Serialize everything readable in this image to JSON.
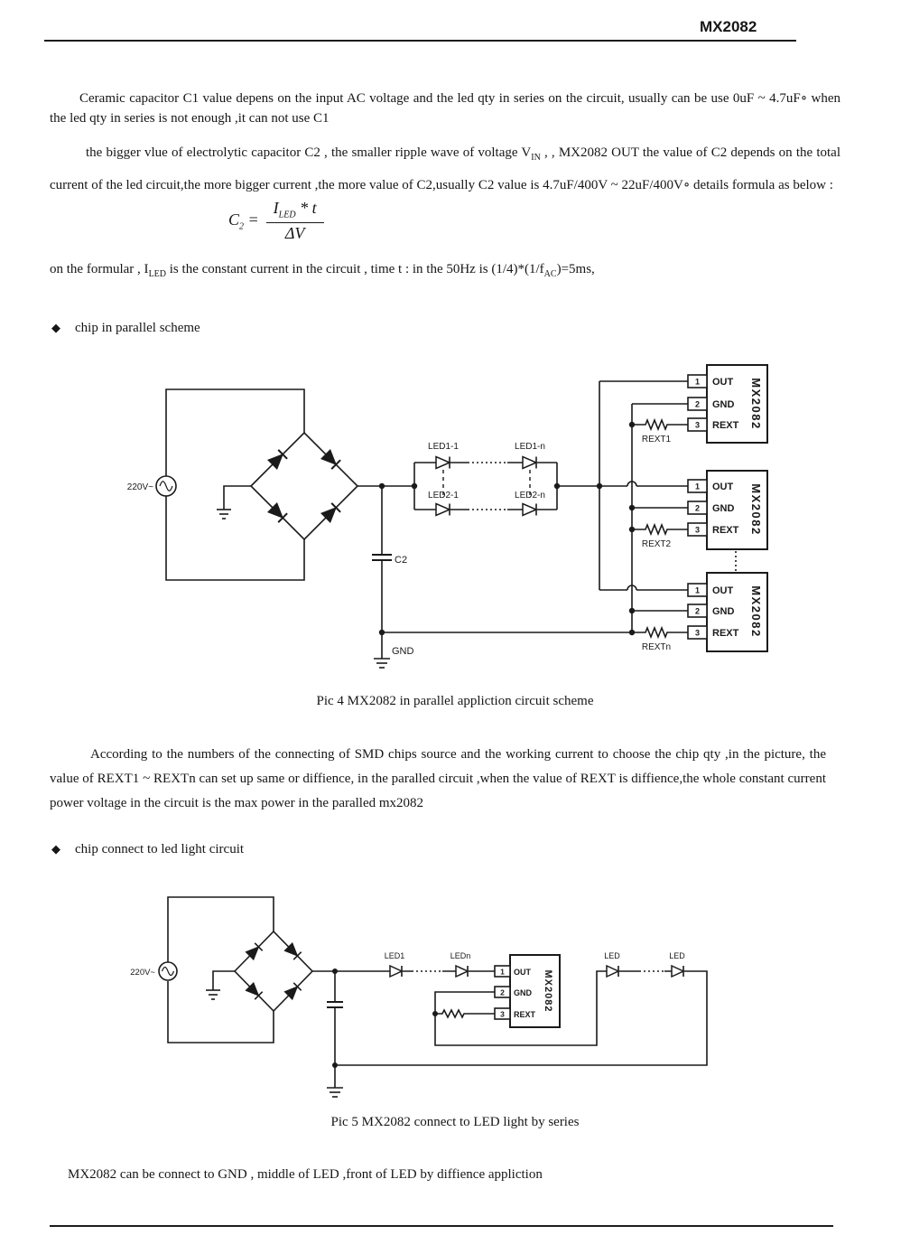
{
  "header": {
    "title": "MX2082"
  },
  "bullet_glyph": "◆",
  "intro": {
    "p1": "Ceramic capacitor C1  value depens on  the input AC voltage and the led qty in series on the circuit, usually can be use 0uF ~ 4.7uF∘  when the led qty in series is not enough ,it can not use C1",
    "p2_pre": "the bigger vlue of electrolytic capacitor C2 , the smaller ripple wave of voltage V",
    "p2_vin_sub": "IN",
    "p2_post": " ,  , MX2082 OUT the value of C2 depends on the total current of the led circuit,the more bigger current ,the more value of C2,usually C2 value is 4.7uF/400V ~ 22uF/400V∘  details formula as below :"
  },
  "formula": {
    "lhs": "C",
    "lhs_sub": "2",
    "eq": "=",
    "num": "I",
    "num_sub": "LED",
    "num_mul": " * t",
    "den": "ΔV"
  },
  "formular_line": {
    "part1": "on the formular , I",
    "iled_sub": "LED",
    "part2": " is the constant current in the circuit , time t : in the 50Hz is (1/4)*(1/f",
    "fac_sub": "AC",
    "part3": ")=5ms,"
  },
  "bullet1": "chip in parallel scheme",
  "bullet2": "chip connect to led light circuit",
  "chip": {
    "name": "MX2082",
    "pin_numbers": [
      "1",
      "2",
      "3"
    ],
    "pin_names": [
      "OUT",
      "GND",
      "REXT"
    ]
  },
  "pic4": {
    "source_label": "220V~",
    "led_labels": [
      "LED1-1",
      "LED1-n",
      "LED2-1",
      "LED2-n"
    ],
    "cap_label": "C2",
    "gnd_label": "GND",
    "rexts": [
      "REXT1",
      "REXT2",
      "REXTn"
    ],
    "caption": "Pic 4  MX2082 in parallel appliction circuit scheme"
  },
  "between_text": "According to the numbers of the connecting of SMD chips source  and the working current to choose the chip qty ,in the picture, the value of REXT1 ~ REXTn can set up same or diffience, in the paralled circuit ,when the value of REXT is diffience,the whole constant current power voltage in the circuit is the max power in the  paralled mx2082",
  "pic5": {
    "source_label": "220V~",
    "led_labels": [
      "LED1",
      "LEDn",
      "LED",
      "LED"
    ],
    "caption": "Pic 5  MX2082  connect to  LED light by series"
  },
  "closing": "MX2082  can be connect to GND ,  middle of LED ,front of LED by  diffience appliction"
}
